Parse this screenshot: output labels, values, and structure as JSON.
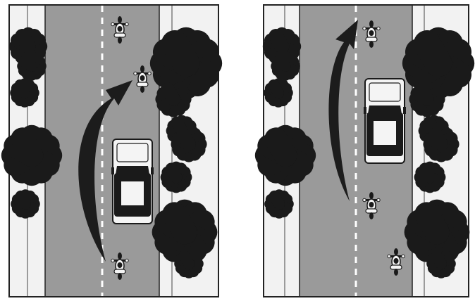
{
  "colors": {
    "background": "#ffffff",
    "frame": "#222222",
    "sidewalk": "#f2f2f2",
    "road": "#9a9a9a",
    "lane_dash": "#ffffff",
    "arrow": "#1c1c1c",
    "vehicle_dark": "#1a1a1a",
    "vehicle_light": "#f4f4f4"
  },
  "panels": [
    {
      "name": "left",
      "maneuver": "motorcycle-passes-car-on-left-and-returns-ahead",
      "arrow_icon": "curved-arrow-up-right-icon",
      "vehicles": [
        "motorcycle-front-center",
        "motorcycle-ahead-right",
        "car-right-lane",
        "motorcycle-rear-center"
      ],
      "trees": 10
    },
    {
      "name": "right",
      "maneuver": "motorcycle-passes-car-on-left-and-continues-ahead",
      "arrow_icon": "curved-arrow-up-left-icon",
      "vehicles": [
        "motorcycle-front-center",
        "car-right-lane",
        "motorcycle-middle-center",
        "motorcycle-rear-right"
      ],
      "trees": 10
    }
  ]
}
